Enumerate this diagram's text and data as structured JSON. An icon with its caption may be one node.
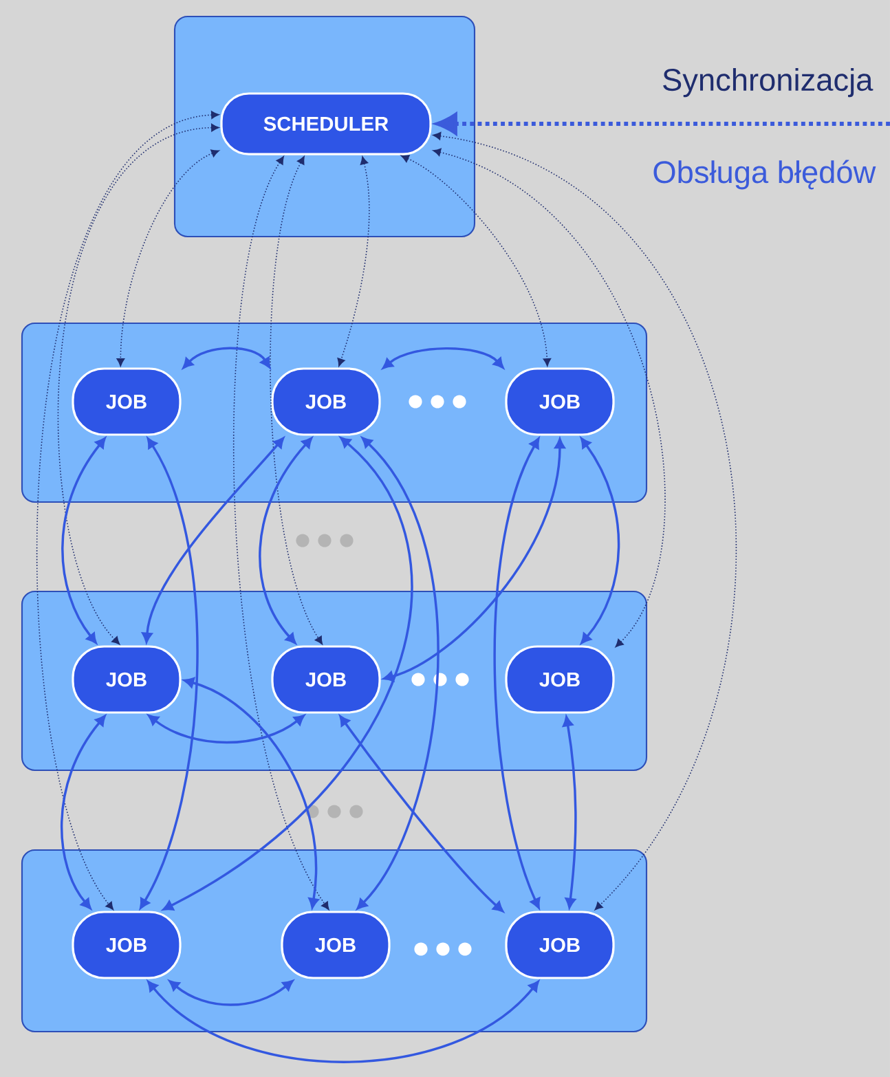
{
  "diagram": {
    "nodes": [
      {
        "text": [],
        "shape": "box"
      },
      {
        "text": [
          "SCHEDULER"
        ],
        "in": 0
      },
      {
        "text": [],
        "shape": "box"
      },
      {
        "text": [
          "JOB"
        ],
        "in": 2
      },
      {
        "text": [
          "JOB"
        ],
        "in": 2
      },
      {
        "text": [
          "JOB"
        ],
        "in": 2
      },
      {
        "text": [],
        "shape": "box"
      },
      {
        "text": [
          "JOB"
        ],
        "in": 6
      },
      {
        "text": [
          "JOB"
        ],
        "in": 6
      },
      {
        "text": [
          "JOB"
        ],
        "in": 6
      },
      {
        "text": [],
        "shape": "box"
      },
      {
        "text": [
          "JOB"
        ],
        "in": 10
      },
      {
        "text": [
          "JOB"
        ],
        "in": 10
      },
      {
        "text": [
          "JOB"
        ],
        "in": 10
      }
    ],
    "edges": [
      {
        "from": null,
        "to": 1,
        "arrow": "to",
        "style": "dashed",
        "color": "#3b5bdb"
      },
      {
        "from": 1,
        "to": 3,
        "arrow": "both",
        "style": "dashed",
        "color": "#1f2d6e"
      },
      {
        "from": 1,
        "to": 4,
        "arrow": "both",
        "style": "dashed",
        "color": "#1f2d6e"
      },
      {
        "from": 1,
        "to": 5,
        "arrow": "both",
        "style": "dashed",
        "color": "#1f2d6e"
      },
      {
        "from": 1,
        "to": 7,
        "arrow": "both",
        "style": "dashed",
        "color": "#1f2d6e"
      },
      {
        "from": 1,
        "to": 8,
        "arrow": "both",
        "style": "dashed",
        "color": "#1f2d6e"
      },
      {
        "from": 1,
        "to": 9,
        "arrow": "both",
        "style": "dashed",
        "color": "#1f2d6e"
      },
      {
        "from": 1,
        "to": 11,
        "arrow": "both",
        "style": "dashed",
        "color": "#1f2d6e"
      },
      {
        "from": 1,
        "to": 12,
        "arrow": "both",
        "style": "dashed",
        "color": "#1f2d6e"
      },
      {
        "from": 1,
        "to": 13,
        "arrow": "both",
        "style": "dashed",
        "color": "#1f2d6e"
      },
      {
        "from": 3,
        "to": 4,
        "arrow": "both"
      },
      {
        "from": 4,
        "to": 5,
        "arrow": "both"
      },
      {
        "from": 3,
        "to": 7,
        "arrow": "both"
      },
      {
        "from": 3,
        "to": 11,
        "arrow": "both"
      },
      {
        "from": 4,
        "to": 7,
        "arrow": "both"
      },
      {
        "from": 4,
        "to": 8,
        "arrow": "both"
      },
      {
        "from": 4,
        "to": 11,
        "arrow": "both"
      },
      {
        "from": 4,
        "to": 12,
        "arrow": "both"
      },
      {
        "from": 5,
        "to": 13,
        "arrow": "both"
      },
      {
        "from": 5,
        "to": 8,
        "arrow": "both"
      },
      {
        "from": 5,
        "to": 9,
        "arrow": "both"
      },
      {
        "from": 7,
        "to": 12,
        "arrow": "both"
      },
      {
        "from": 7,
        "to": 8,
        "arrow": "both"
      },
      {
        "from": 7,
        "to": 11,
        "arrow": "both"
      },
      {
        "from": 8,
        "to": 13,
        "arrow": "both"
      },
      {
        "from": 9,
        "to": 13,
        "arrow": "both"
      },
      {
        "from": 11,
        "to": 12,
        "arrow": "both"
      },
      {
        "from": 11,
        "to": 13,
        "arrow": "both"
      }
    ],
    "labels": [
      "Synchronizacja",
      "Obsługa błędów"
    ]
  }
}
